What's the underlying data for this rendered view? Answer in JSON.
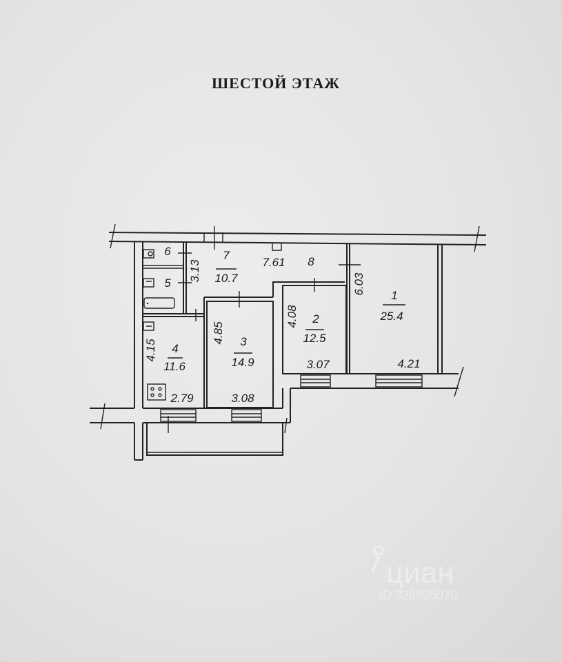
{
  "title": "ШЕСТОЙ ЭТАЖ",
  "rooms": [
    {
      "number": "1",
      "area": "25.4",
      "width": "4.21",
      "length": "6.03"
    },
    {
      "number": "2",
      "area": "12.5",
      "width": "3.07",
      "length": "4.08"
    },
    {
      "number": "3",
      "area": "14.9",
      "width": "3.08",
      "length": "4.85"
    },
    {
      "number": "4",
      "area": "11.6",
      "width": "2.79",
      "length": "4.15"
    },
    {
      "number": "5"
    },
    {
      "number": "6"
    },
    {
      "number": "7",
      "area": "10.7",
      "length": "7.61"
    },
    {
      "number": "8"
    }
  ],
  "bath_dimension": "3.13",
  "watermark": {
    "brand": "циан",
    "id": "ID 326895070"
  }
}
